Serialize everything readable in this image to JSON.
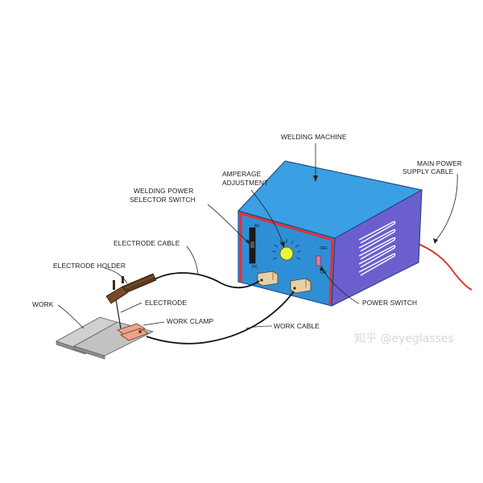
{
  "labels": {
    "welding_machine": "WELDING MACHINE",
    "main_power_1": "MAIN POWER",
    "main_power_2": "SUPPLY CABLE",
    "amperage_1": "AMPERAGE",
    "amperage_2": "ADJUSTMENT",
    "selector_1": "WELDING POWER",
    "selector_2": "SELECTOR SWITCH",
    "electrode_cable": "ELECTRODE CABLE",
    "electrode_holder": "ELECTRODE HOLDER",
    "work": "WORK",
    "electrode": "ELECTRODE",
    "work_clamp": "WORK CLAMP",
    "work_cable": "WORK CABLE",
    "power_switch": "POWER SWITCH"
  },
  "panel": {
    "ac": "AC",
    "dc": "DC",
    "off": "OFF",
    "on": "ON"
  },
  "watermark": "知乎 @eyeglasses",
  "colors": {
    "machine_front": "#2f8fd6",
    "machine_top": "#3a9fe3",
    "machine_side": "#6b5fcf",
    "panel_trim": "#e0313a",
    "knob": "#e9f53a",
    "power_cable": "#d93a3a",
    "clamp": "#e7a58a",
    "terminal": "#e7cfa6",
    "work_plate": "#b5b5b5"
  }
}
